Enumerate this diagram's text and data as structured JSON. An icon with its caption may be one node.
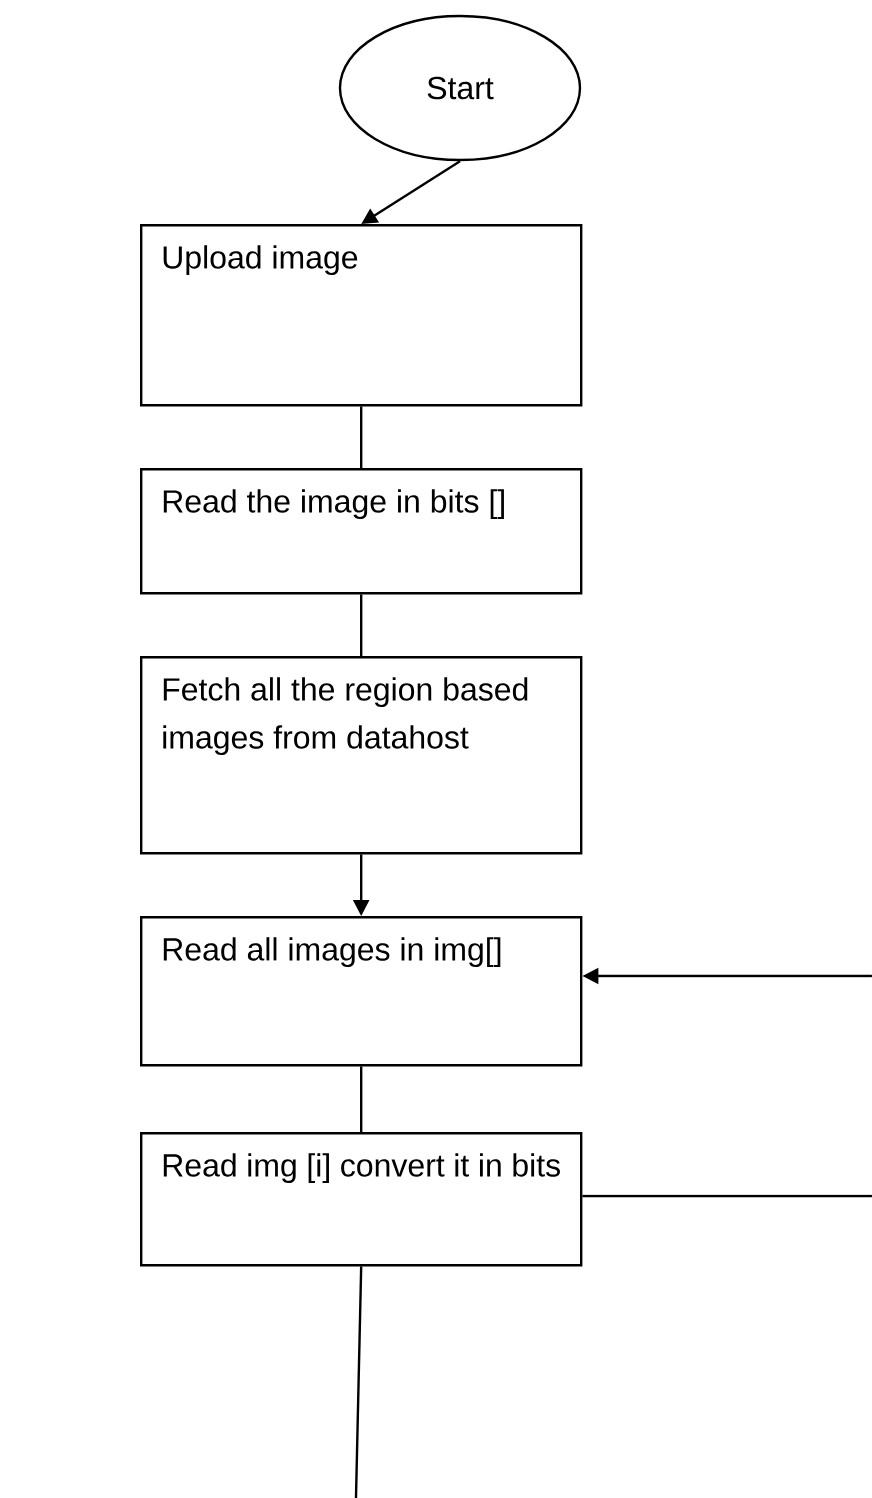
{
  "diagram": {
    "nodes": [
      {
        "text": [
          "Start"
        ]
      },
      {
        "text": [
          "Upload image"
        ]
      },
      {
        "text": [
          "Read the image in bits []"
        ]
      },
      {
        "text": [
          "Fetch all the region based images from datahost"
        ]
      },
      {
        "text": [
          "Read all images in img[]"
        ]
      },
      {
        "text": [
          "Read img [i] convert it in bits"
        ]
      }
    ],
    "edges": [
      {
        "from": 0,
        "to": 1,
        "arrow": "to"
      },
      {
        "from": 1,
        "to": 2,
        "arrow": "none"
      },
      {
        "from": 2,
        "to": 3,
        "arrow": "none"
      },
      {
        "from": 3,
        "to": 4,
        "arrow": "to"
      },
      {
        "from": 4,
        "to": 5,
        "arrow": "none"
      },
      {
        "from": null,
        "to": 4,
        "arrow": "to"
      },
      {
        "from": 5,
        "to": null,
        "arrow": "none"
      },
      {
        "from": 5,
        "to": null,
        "arrow": "none"
      }
    ]
  }
}
